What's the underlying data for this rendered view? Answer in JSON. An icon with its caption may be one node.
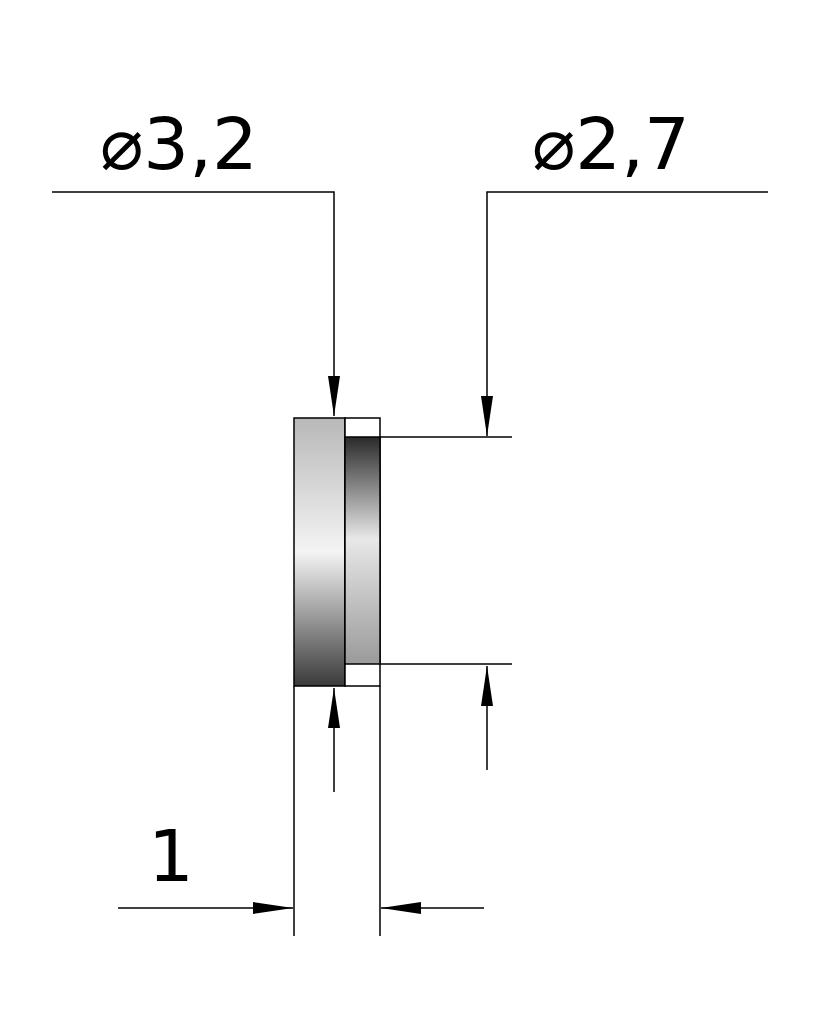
{
  "diagram": {
    "labels": [
      "⌀3,2",
      "⌀2,7",
      "1"
    ]
  }
}
